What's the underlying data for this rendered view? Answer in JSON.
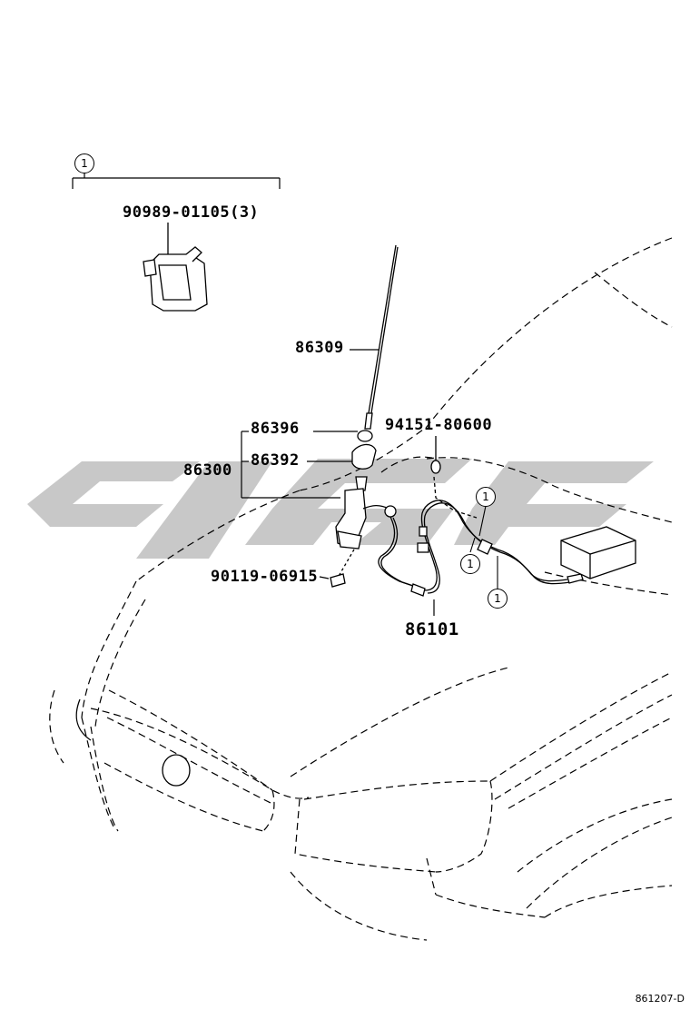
{
  "callout_symbol": "1",
  "parts": {
    "clip": "90989-01105(3)",
    "rod": "86309",
    "cap": "86396",
    "bezel": "86392",
    "assembly": "86300",
    "mount_screw": "90119-06915",
    "grommet": "94151-80600",
    "cable": "86101"
  },
  "figure_code": "861207-D",
  "colors": {
    "line": "#000000",
    "watermark": "#c8c8c8"
  }
}
